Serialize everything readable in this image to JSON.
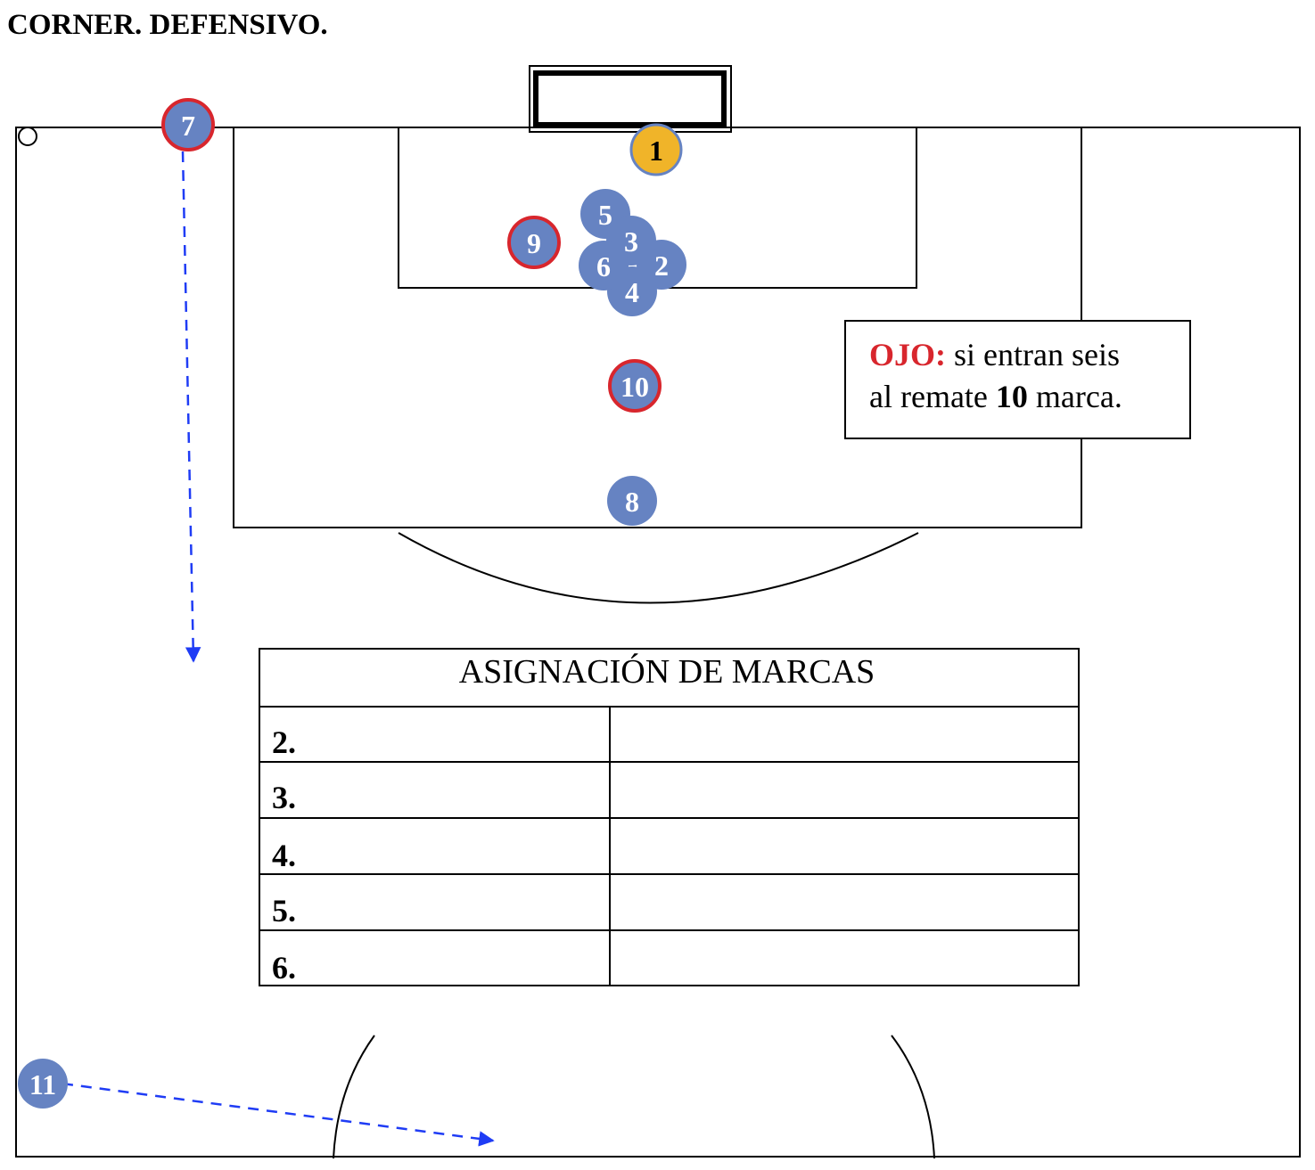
{
  "title": "CORNER. DEFENSIVO.",
  "note": {
    "prefix": "OJO:",
    "line1_rest": " si entran seis",
    "line2_pre": "al remate ",
    "line2_bold": "10",
    "line2_post": " marca."
  },
  "colors": {
    "player_fill": "#6683c2",
    "player_highlight_ring": "#d8262d",
    "keeper_fill": "#f0b429",
    "arrow": "#1f3cf5",
    "note_prefix": "#d8262d",
    "lines": "#000000"
  },
  "players": [
    {
      "number": "1",
      "role": "keeper"
    },
    {
      "number": "2",
      "role": "field"
    },
    {
      "number": "3",
      "role": "field"
    },
    {
      "number": "4",
      "role": "field"
    },
    {
      "number": "5",
      "role": "field"
    },
    {
      "number": "6",
      "role": "field"
    },
    {
      "number": "7",
      "role": "highlight"
    },
    {
      "number": "8",
      "role": "field"
    },
    {
      "number": "9",
      "role": "highlight"
    },
    {
      "number": "10",
      "role": "highlight"
    },
    {
      "number": "11",
      "role": "field"
    }
  ],
  "marking_table": {
    "header": "ASIGNACIÓN  DE MARCAS",
    "rows": [
      {
        "label": "2.",
        "value": ""
      },
      {
        "label": "3.",
        "value": ""
      },
      {
        "label": "4.",
        "value": ""
      },
      {
        "label": "5.",
        "value": ""
      },
      {
        "label": "6.",
        "value": ""
      }
    ]
  }
}
